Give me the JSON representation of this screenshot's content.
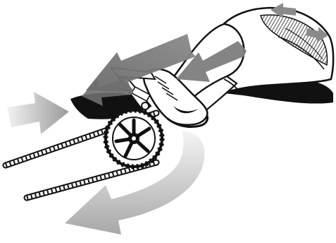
{
  "illustration": {
    "subject": "leg-pressing-pedal-driving-tracked-wheel",
    "style": "black-and-white line drawing with gray motion arrows"
  },
  "colors": {
    "ink": "#111111",
    "arrow_dark": "#7a7a7a",
    "arrow_mid": "#a5a5a5",
    "arrow_light": "#d0d0d0",
    "shadow": "#1a1a1a",
    "paper": "#ffffff"
  },
  "arrows": [
    {
      "name": "push-arrow-left",
      "icon": "arrow-right-icon"
    },
    {
      "name": "pedal-down-arrow-large",
      "icon": "arrow-down-left-icon"
    },
    {
      "name": "pedal-down-arrow-small",
      "icon": "arrow-down-left-icon"
    },
    {
      "name": "thigh-down-arrow",
      "icon": "arrow-down-left-icon"
    },
    {
      "name": "hip-rock-arrow",
      "icon": "double-arrow-icon"
    },
    {
      "name": "return-curve-arrow",
      "icon": "curved-arrow-icon"
    }
  ]
}
